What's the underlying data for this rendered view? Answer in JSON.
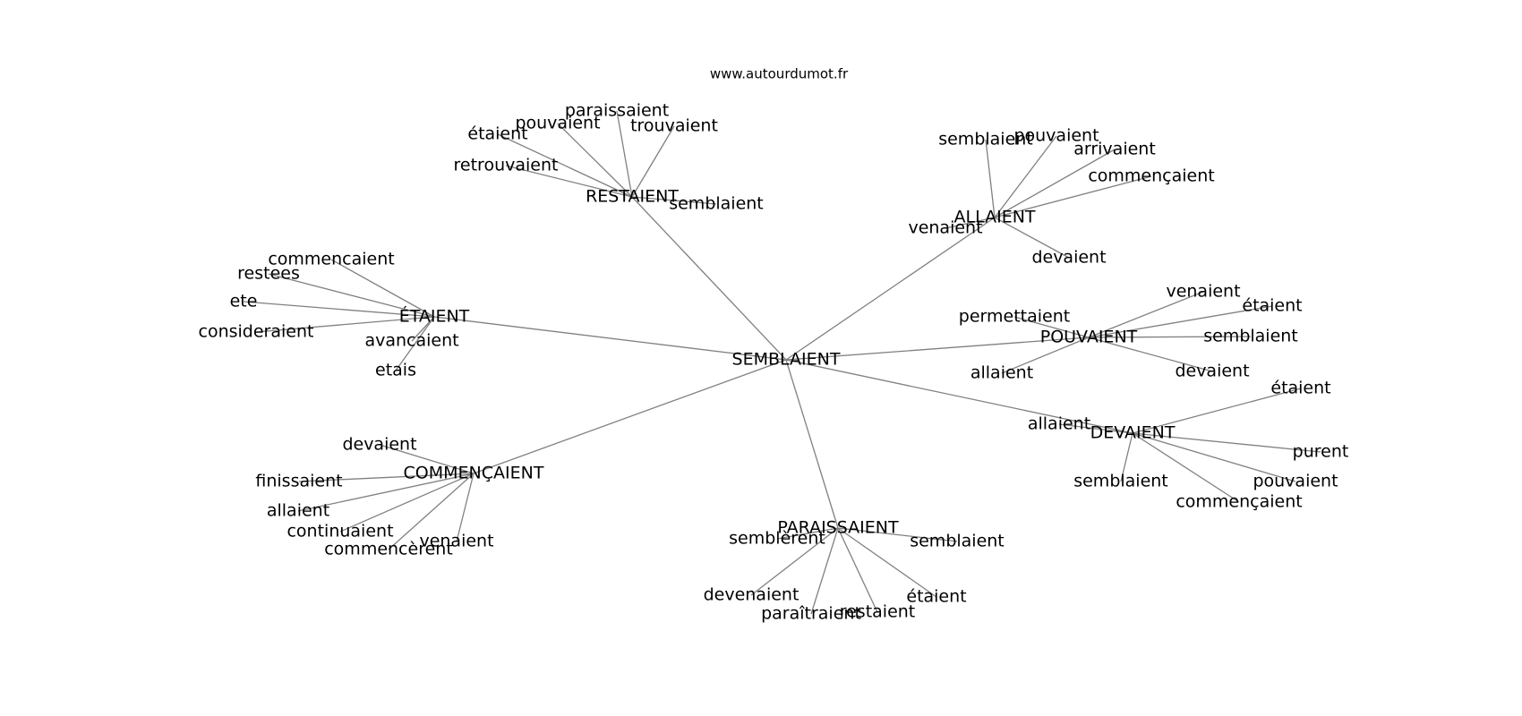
{
  "watermark": "www.autourdumot.fr",
  "center": "SEMBLAIENT",
  "hubs": [
    {
      "id": "restaient",
      "label": "RESTAIENT",
      "leaves": [
        "paraissaient",
        "pouvaient",
        "étaient",
        "trouvaient",
        "retrouvaient",
        "semblaient"
      ]
    },
    {
      "id": "allaient",
      "label": "ALLAIENT",
      "leaves": [
        "semblaient",
        "pouvaient",
        "arrivaient",
        "commençaient",
        "venaient",
        "devaient"
      ]
    },
    {
      "id": "etaient",
      "label": "ÉTAIENT",
      "leaves": [
        "commencaient",
        "restees",
        "ete",
        "consideraient",
        "avancaient",
        "etais"
      ]
    },
    {
      "id": "pouvaient",
      "label": "POUVAIENT",
      "leaves": [
        "venaient",
        "étaient",
        "permettaient",
        "semblaient",
        "allaient",
        "devaient"
      ]
    },
    {
      "id": "devaient",
      "label": "DEVAIENT",
      "leaves": [
        "étaient",
        "allaient",
        "purent",
        "semblaient",
        "pouvaient",
        "commençaient"
      ]
    },
    {
      "id": "commencaient",
      "label": "COMMENÇAIENT",
      "leaves": [
        "devaient",
        "finissaient",
        "allaient",
        "continuaient",
        "commencèrent",
        "venaient"
      ]
    },
    {
      "id": "paraissaient",
      "label": "PARAISSAIENT",
      "leaves": [
        "semblèrent",
        "semblaient",
        "devenaient",
        "étaient",
        "paraîtraient",
        "restaient"
      ]
    }
  ]
}
